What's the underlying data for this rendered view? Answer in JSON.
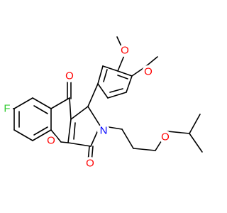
{
  "colors": {
    "background": "#ffffff",
    "bond": "#000000",
    "carbon_label": "#000000",
    "oxygen_label": "#ff0000",
    "nitrogen_label": "#0000ff",
    "fluorine_label": "#33cc33"
  },
  "atoms": {
    "o_methoxy_4": "O",
    "o_methoxy_3": "O",
    "o_ketone": "O",
    "o_lactam": "O",
    "o_ring": "O",
    "o_ether": "O",
    "n_ring": "N",
    "f_substituent": "F"
  }
}
